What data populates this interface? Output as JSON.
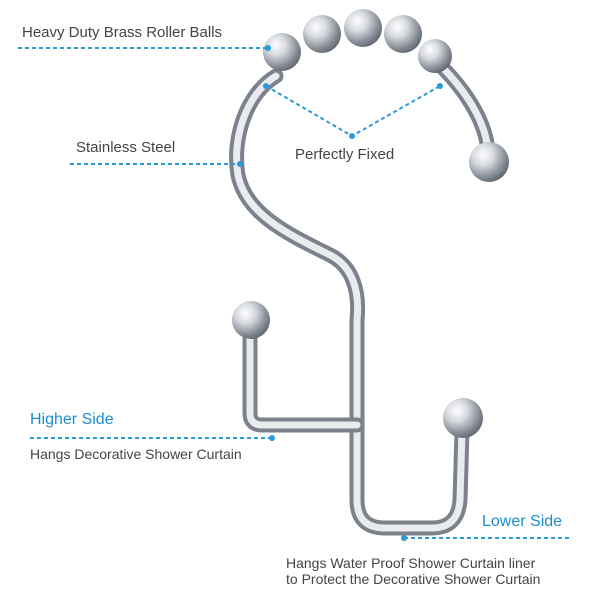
{
  "labels": {
    "roller_balls": "Heavy Duty Brass Roller Balls",
    "stainless": "Stainless Steel",
    "fixed": "Perfectly Fixed",
    "higher_side": "Higher Side",
    "higher_desc": "Hangs Decorative Shower Curtain",
    "lower_side": "Lower Side",
    "lower_desc_1": "Hangs Water Proof Shower Curtain liner",
    "lower_desc_2": "to Protect the Decorative Shower Curtain"
  },
  "colors": {
    "accent": "#1a8fd0",
    "leader": "#2b9ad6",
    "text": "#444444",
    "metal": "#c9ccd1"
  },
  "product": {
    "roller_ball_count": 6
  }
}
